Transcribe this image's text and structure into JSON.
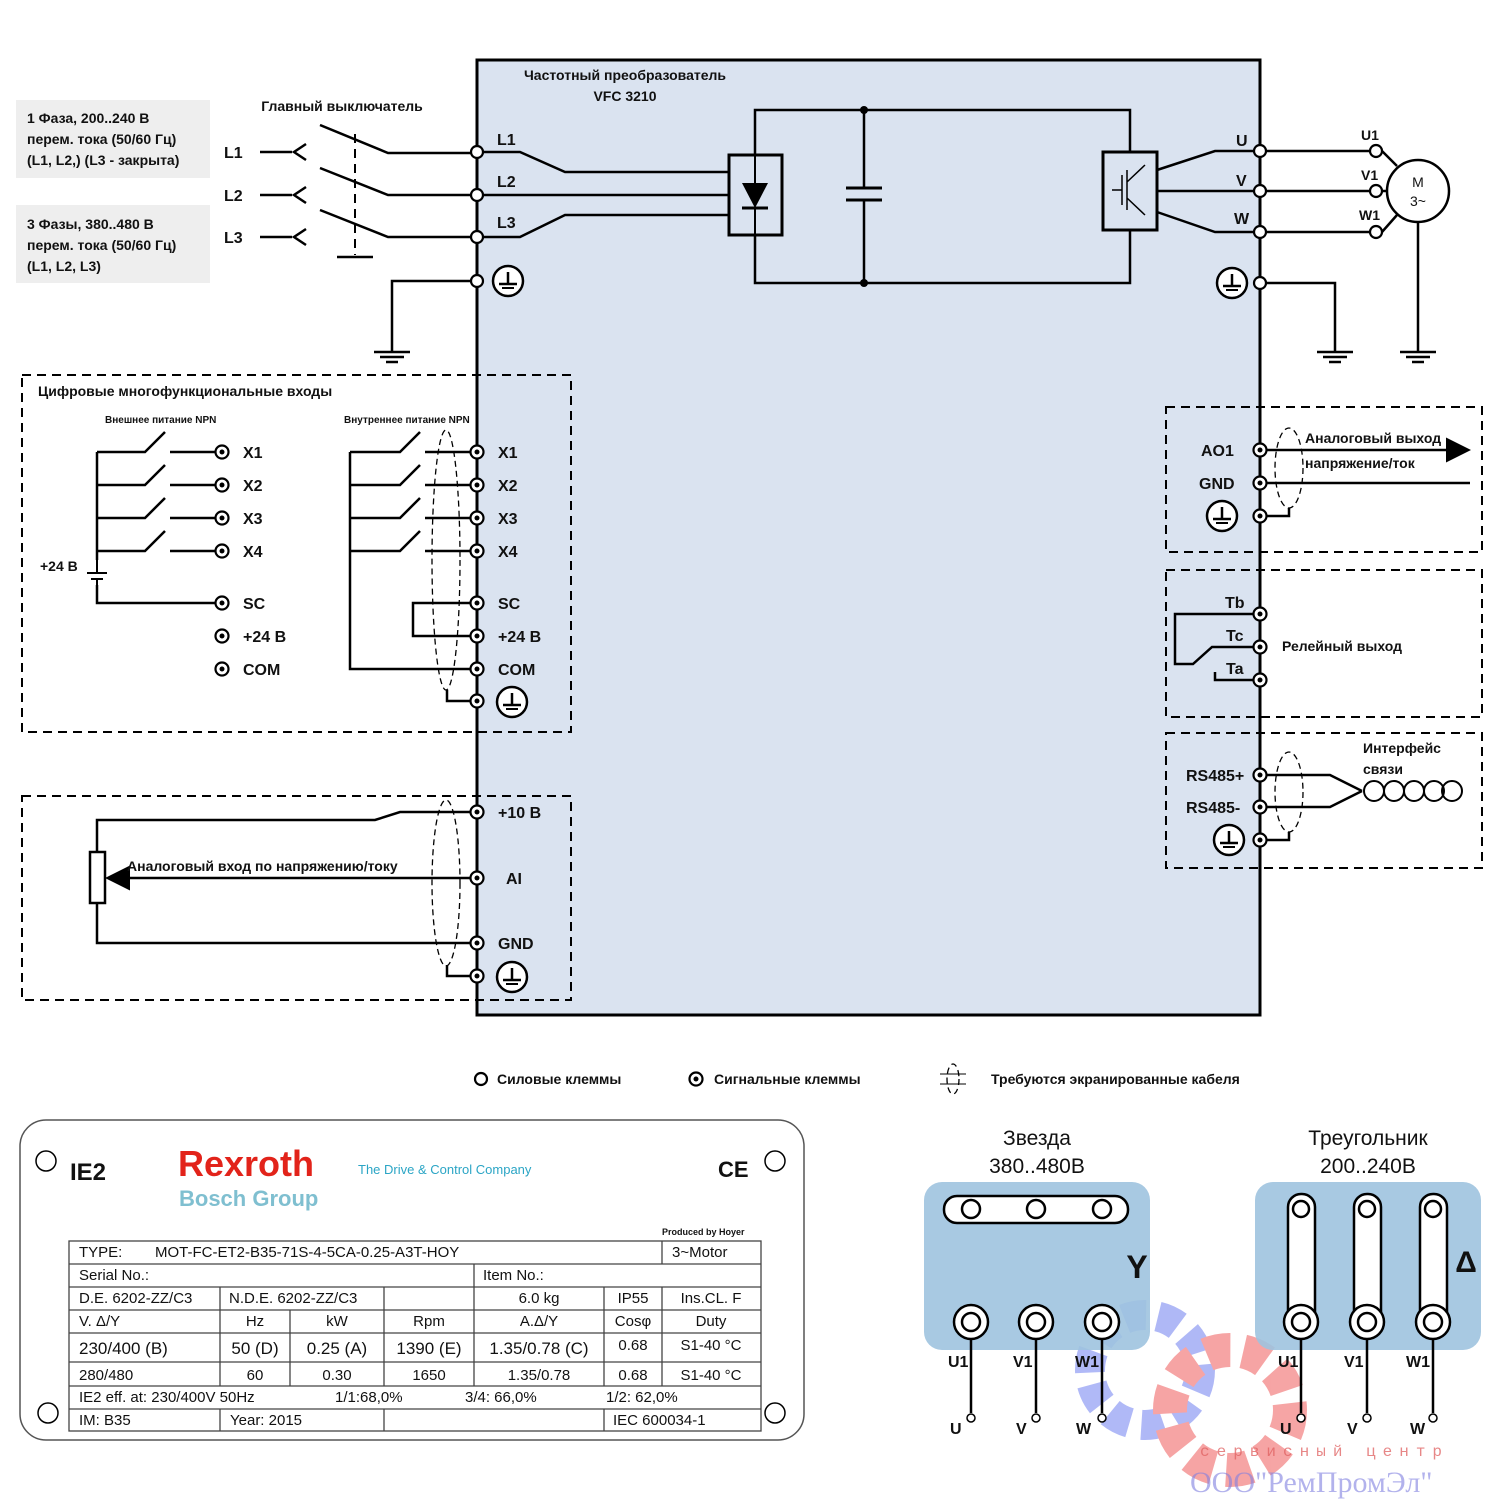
{
  "title": {
    "line1": "Частотный преобразователь",
    "line2": "VFC 3210"
  },
  "supply": {
    "single": [
      "1 Фаза, 200..240 В",
      "перем. тока (50/60 Гц)",
      "(L1, L2,) (L3 - закрыта)"
    ],
    "three": [
      "3 Фазы, 380..480 В",
      "перем. тока (50/60 Гц)",
      "(L1, L2, L3)"
    ]
  },
  "main_switch": "Главный выключатель",
  "lines": [
    "L1",
    "L2",
    "L3"
  ],
  "outputs": [
    "U",
    "V",
    "W"
  ],
  "motor_terms": [
    "U1",
    "V1",
    "W1"
  ],
  "motor": {
    "line1": "M",
    "line2": "3~"
  },
  "digital": {
    "title": "Цифровые многофункциональные входы",
    "ext": "Внешнее питание NPN",
    "int": "Внутреннее питание NPN",
    "inputs": [
      "X1",
      "X2",
      "X3",
      "X4"
    ],
    "sc": "SC",
    "p24": "+24 В",
    "com": "COM",
    "supply": "+24 В"
  },
  "analog_in": {
    "label": "Аналоговый вход по напряжению/току",
    "terms": [
      "+10 В",
      "AI",
      "GND"
    ]
  },
  "analog_out": {
    "terms": [
      "AO1",
      "GND"
    ],
    "label1": "Аналоговый выход",
    "label2": "напряжение/ток"
  },
  "relay": {
    "terms": [
      "Tb",
      "Tc",
      "Ta"
    ],
    "label": "Релейный выход"
  },
  "comm": {
    "terms": [
      "RS485+",
      "RS485-"
    ],
    "label1": "Интерфейс",
    "label2": "связи"
  },
  "legend": {
    "power": "Силовые клеммы",
    "signal": "Сигнальные клеммы",
    "shield": "Требуются экранированные кабеля"
  },
  "nameplate": {
    "class": "IE2",
    "brand": "Rexroth",
    "group": "Bosch Group",
    "slogan": "The Drive & Control Company",
    "ce": "CE",
    "produced": "Produced by Hoyer",
    "type_label": "TYPE:",
    "type_value": "MOT-FC-ET2-B35-71S-4-5CA-0.25-A3T-HOY",
    "motor": "3~Motor",
    "serial": "Serial No.:",
    "item": "Item No.:",
    "de": "D.E. 6202-ZZ/C3",
    "nde": "N.D.E. 6202-ZZ/C3",
    "weight": "6.0 kg",
    "ip": "IP55",
    "ins": "Ins.CL. F",
    "headers": [
      "V. Δ/Y",
      "Hz",
      "kW",
      "Rpm",
      "A.Δ/Y",
      "Cosφ",
      "Duty"
    ],
    "row50": [
      "230/400 (B)",
      "50 (D)",
      "0.25  (A)",
      "1390 (E)",
      "1.35/0.78 (C)",
      "0.68",
      "S1-40 °C"
    ],
    "row60": [
      "280/480",
      "60",
      "0.30",
      "1650",
      "1.35/0.78",
      "0.68",
      "S1-40 °C"
    ],
    "eff": [
      "IE2 eff. at: 230/400V  50Hz",
      "1/1:68,0%",
      "3/4: 66,0%",
      "1/2: 62,0%"
    ],
    "im": "IM: B35",
    "year": "Year: 2015",
    "iec": "IEC 600034-1"
  },
  "star": {
    "title": "Звезда",
    "voltage": "380..480В",
    "symbol": "Y",
    "terms": [
      "U1",
      "V1",
      "W1"
    ],
    "leads": [
      "U",
      "V",
      "W"
    ]
  },
  "delta": {
    "title": "Треугольник",
    "voltage": "200..240В",
    "symbol": "Δ",
    "terms": [
      "U1",
      "V1",
      "W1"
    ],
    "leads": [
      "U",
      "V",
      "W"
    ]
  },
  "watermark": {
    "line1": "сервисный центр",
    "line2": "ООО\"РемПромЭл\""
  },
  "colors": {
    "drive_body": "#dae3f0",
    "terminal_box": "#9fc3df",
    "brand_red": "#e2231a",
    "brand_blue": "#7fbfd0",
    "slogan": "#2ba5c5"
  }
}
